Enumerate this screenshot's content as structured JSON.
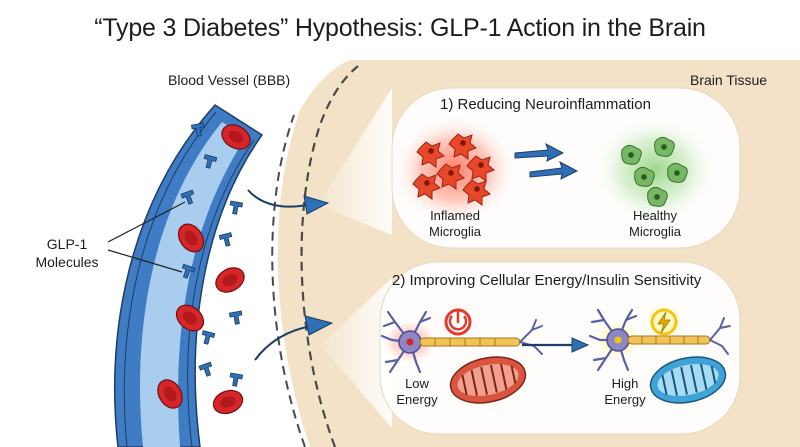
{
  "title": "“Type 3 Diabetes” Hypothesis: GLP-1 Action in the Brain",
  "labels": {
    "blood_vessel": "Blood Vessel (BBB)",
    "brain_tissue": "Brain Tissue",
    "glp1_line1": "GLP-1",
    "glp1_line2": "Molecules"
  },
  "panel1": {
    "title": "1) Reducing Neuroinflammation",
    "left_line1": "Inflamed",
    "left_line2": "Microglia",
    "right_line1": "Healthy",
    "right_line2": "Microglia"
  },
  "panel2": {
    "title": "2) Improving Cellular Energy/Insulin Sensitivity",
    "left_line1": "Low",
    "left_line2": "Energy",
    "right_line1": "High",
    "right_line2": "Energy"
  },
  "icons": {
    "low": "power-off-icon",
    "high": "lightning-bolt-icon"
  },
  "colors": {
    "vessel": "#3f7cc4",
    "vessel_inner": "#a9cdee",
    "blood_cell": "#d7262a",
    "brain_tissue": "#f3e2c8",
    "inflamed": "#e8482a",
    "healthy": "#77b865",
    "mitochondria_low": "#d9553f",
    "mitochondria_high": "#3fa3d8",
    "power": "#e23b2c",
    "bolt": "#f3c512"
  }
}
